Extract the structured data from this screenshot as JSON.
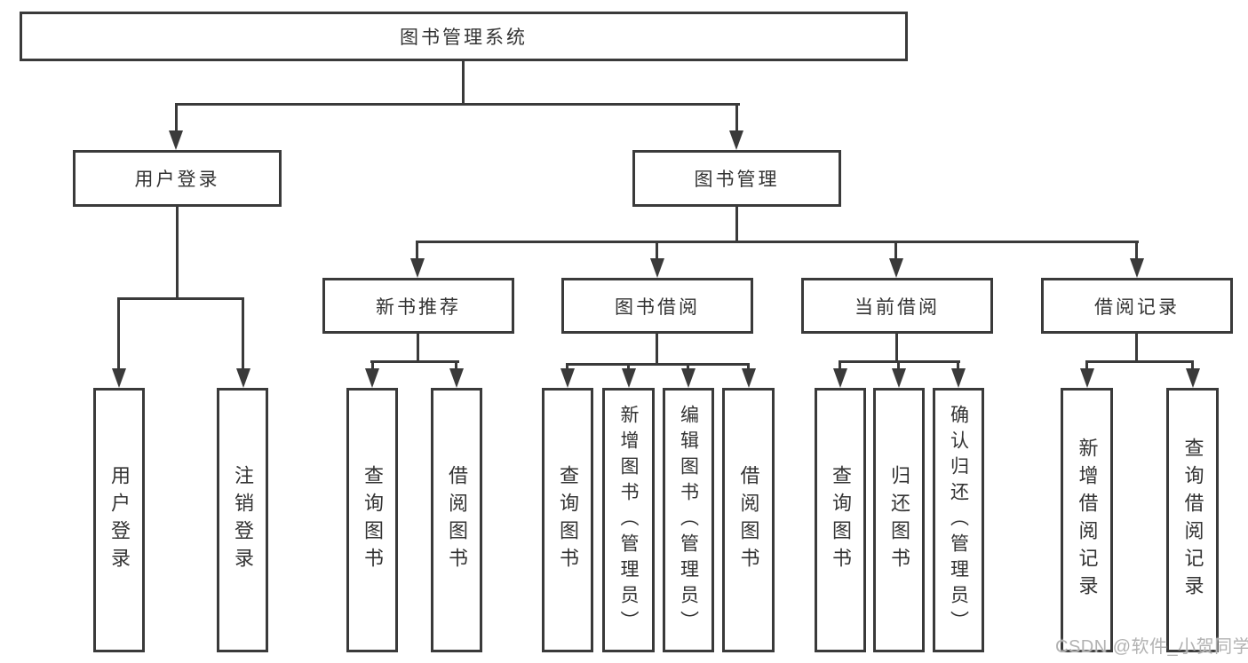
{
  "diagram_type": "hierarchy-tree",
  "watermark": "CSDN @软件_小贺同学",
  "colors": {
    "line": "#3a3a3a",
    "box_border": "#3a3a3a",
    "text": "#333333",
    "watermark": "#b2b2b2",
    "background": "#ffffff"
  },
  "tree": {
    "label": "图书管理系统",
    "children": [
      {
        "label": "用户登录",
        "children": [
          {
            "label": "用户登录"
          },
          {
            "label": "注销登录"
          }
        ]
      },
      {
        "label": "图书管理",
        "children": [
          {
            "label": "新书推荐",
            "children": [
              {
                "label": "查询图书"
              },
              {
                "label": "借阅图书"
              }
            ]
          },
          {
            "label": "图书借阅",
            "children": [
              {
                "label": "查询图书"
              },
              {
                "label": "新增图书（管理员）"
              },
              {
                "label": "编辑图书（管理员）"
              },
              {
                "label": "借阅图书"
              }
            ]
          },
          {
            "label": "当前借阅",
            "children": [
              {
                "label": "查询图书"
              },
              {
                "label": "归还图书"
              },
              {
                "label": "确认归还（管理员）"
              }
            ]
          },
          {
            "label": "借阅记录",
            "children": [
              {
                "label": "新增借阅记录"
              },
              {
                "label": "查询借阅记录"
              }
            ]
          }
        ]
      }
    ]
  }
}
